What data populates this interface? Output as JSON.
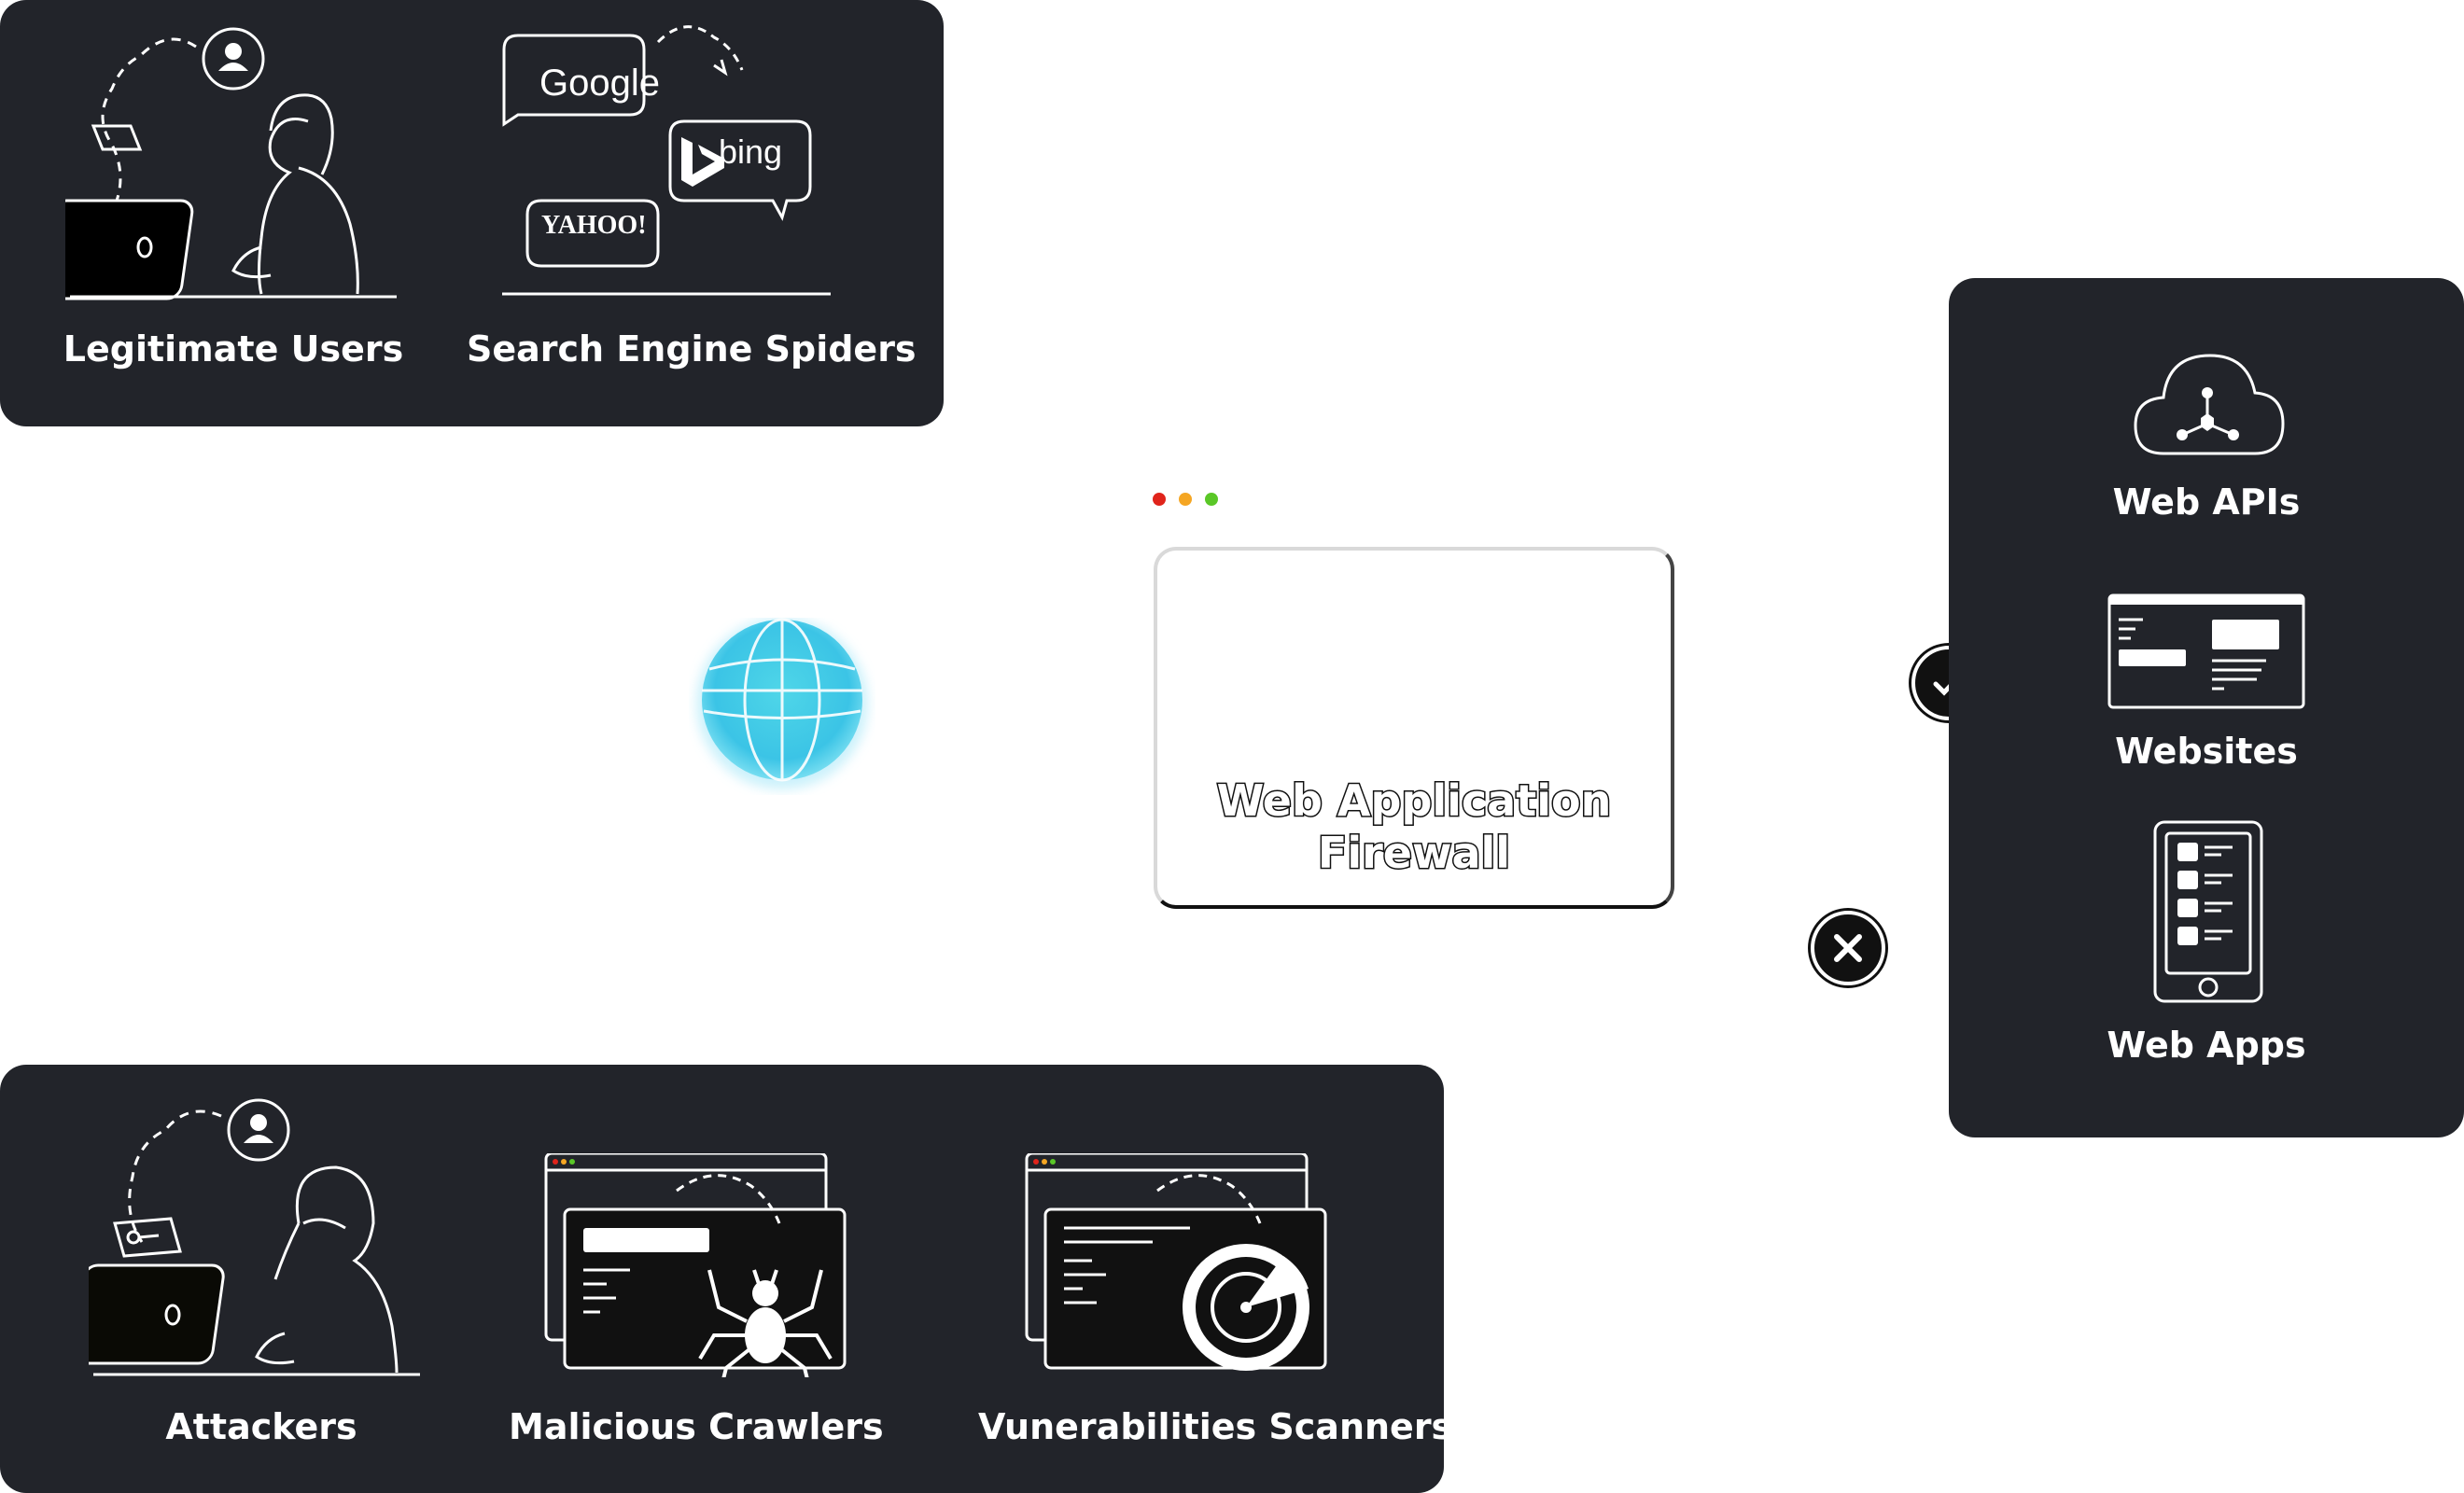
{
  "sources_allowed": {
    "legitimate_users": "Legitimate Users",
    "search_engine_spiders": "Search Engine Spiders",
    "search_logos": {
      "google": "Google",
      "bing": "bing",
      "yahoo": "YAHOO!"
    }
  },
  "sources_blocked": {
    "attackers": "Attackers",
    "malicious_crawlers": "Malicious Crawlers",
    "vulnerability_scanners": "Vunerabilities Scanners"
  },
  "firewall": {
    "title": "Web Application\nFirewall",
    "window_dots": [
      "#e0241b",
      "#f5a623",
      "#5ac727"
    ]
  },
  "destinations": {
    "web_apis": "Web APIs",
    "websites": "Websites",
    "web_apps": "Web Apps"
  },
  "status": {
    "allowed_icon": "checkmark-icon",
    "blocked_icon": "x-icon"
  },
  "colors": {
    "panel": "#22242a",
    "globe": "#4fd6e8",
    "accent_dark": "#111111"
  }
}
